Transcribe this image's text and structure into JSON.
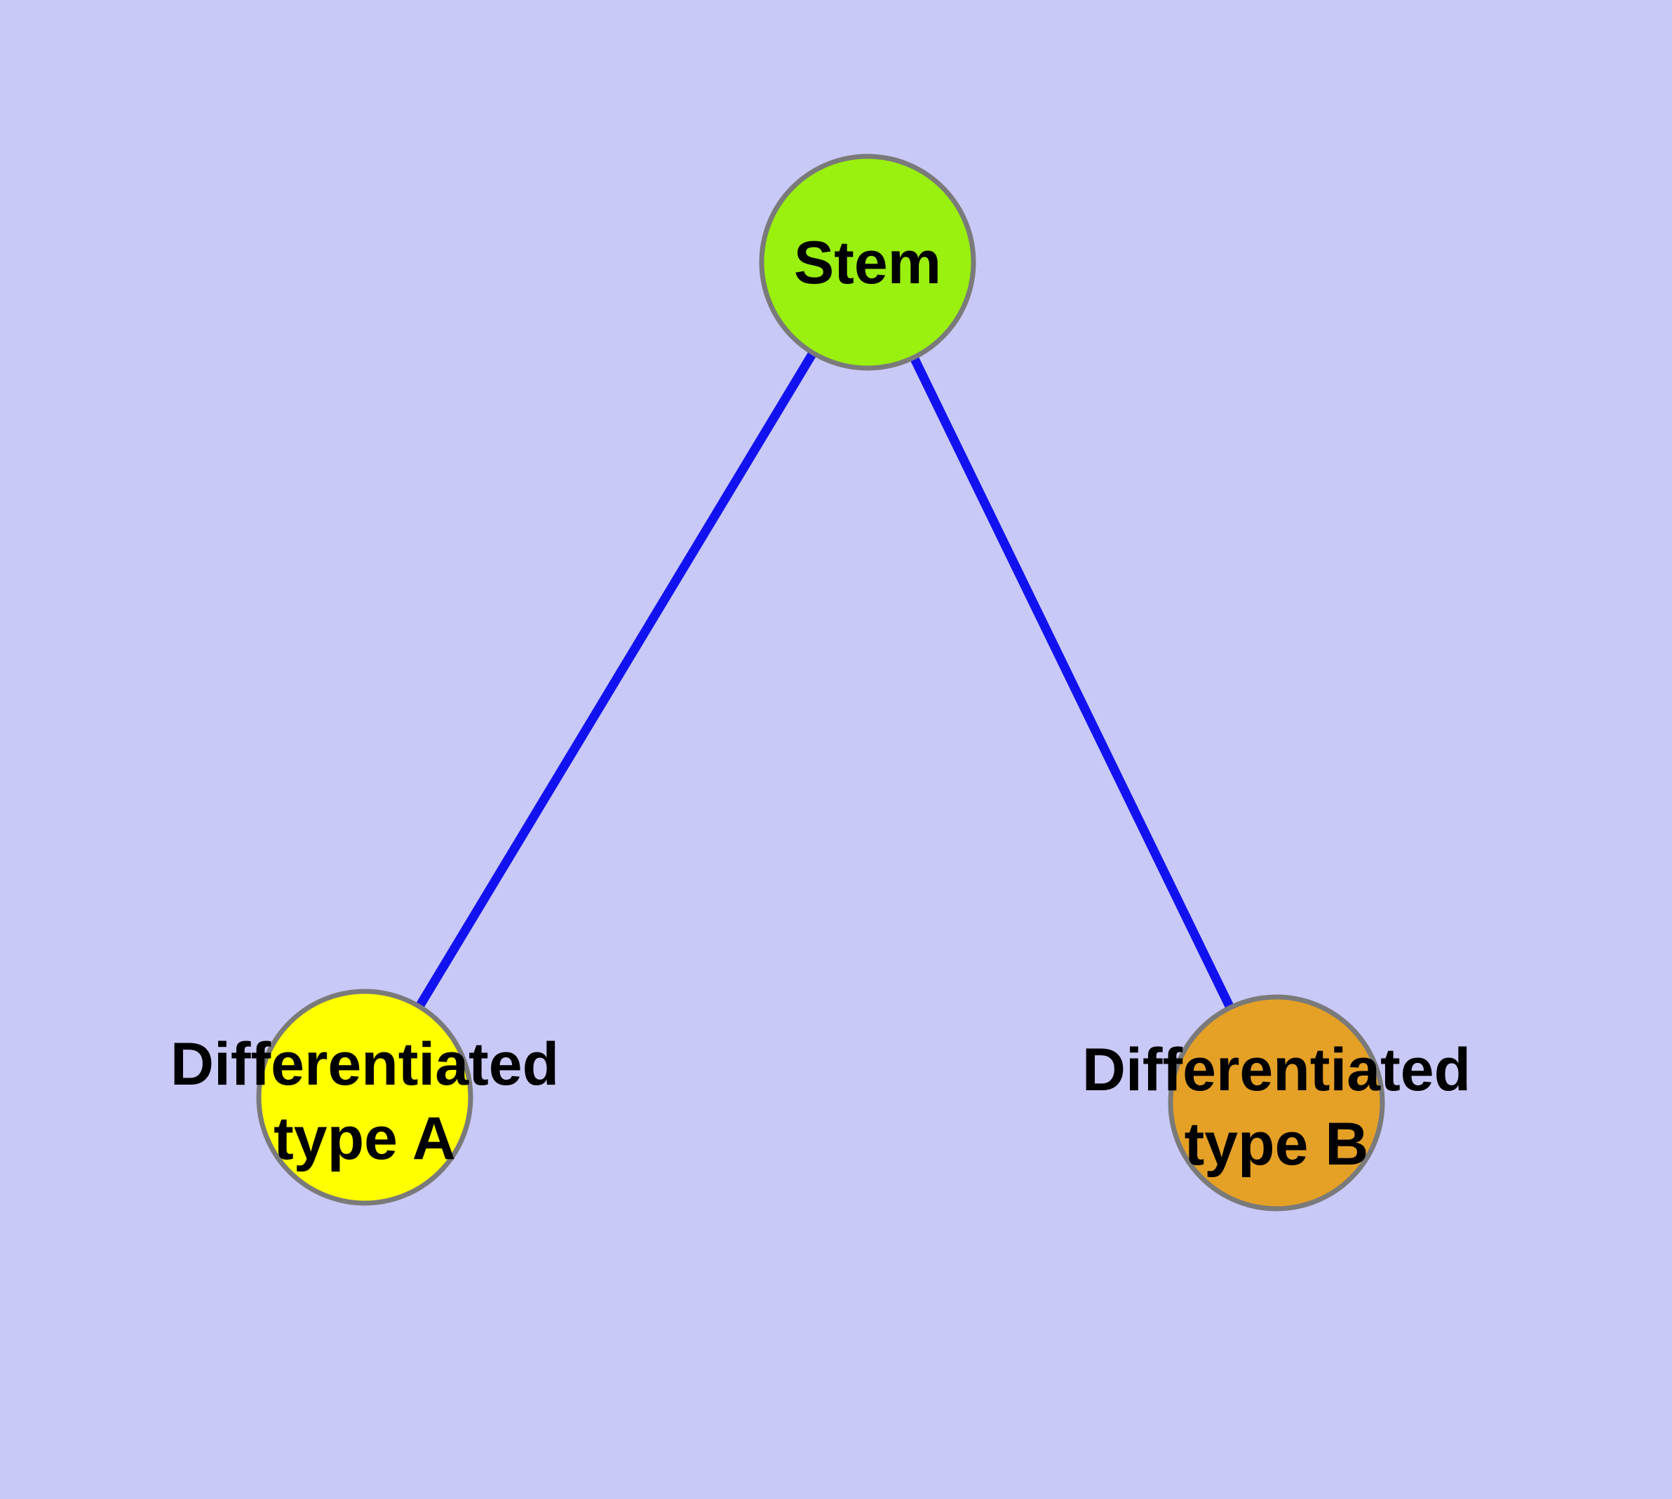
{
  "canvas": {
    "background_color": "#c9c9f7"
  },
  "diagram": {
    "type": "graph",
    "description": "Cell differentiation hierarchy: one stem node linked to two differentiated cell type nodes",
    "nodes": [
      {
        "id": "stem",
        "label": "Stem",
        "fill": "#9af00f",
        "stroke": "#7a7a7a"
      },
      {
        "id": "type_a",
        "label": "Differentiated type A",
        "label_line1": "Differentiated",
        "label_line2": "type A",
        "fill": "#ffff00",
        "stroke": "#7a7a7a"
      },
      {
        "id": "type_b",
        "label": "Differentiated type B",
        "label_line1": "Differentiated",
        "label_line2": "type B",
        "fill": "#e5a026",
        "stroke": "#7a7a7a"
      }
    ],
    "edges": [
      {
        "from": "stem",
        "to": "type_a",
        "color": "#1212f0"
      },
      {
        "from": "stem",
        "to": "type_b",
        "color": "#1212f0"
      }
    ]
  }
}
